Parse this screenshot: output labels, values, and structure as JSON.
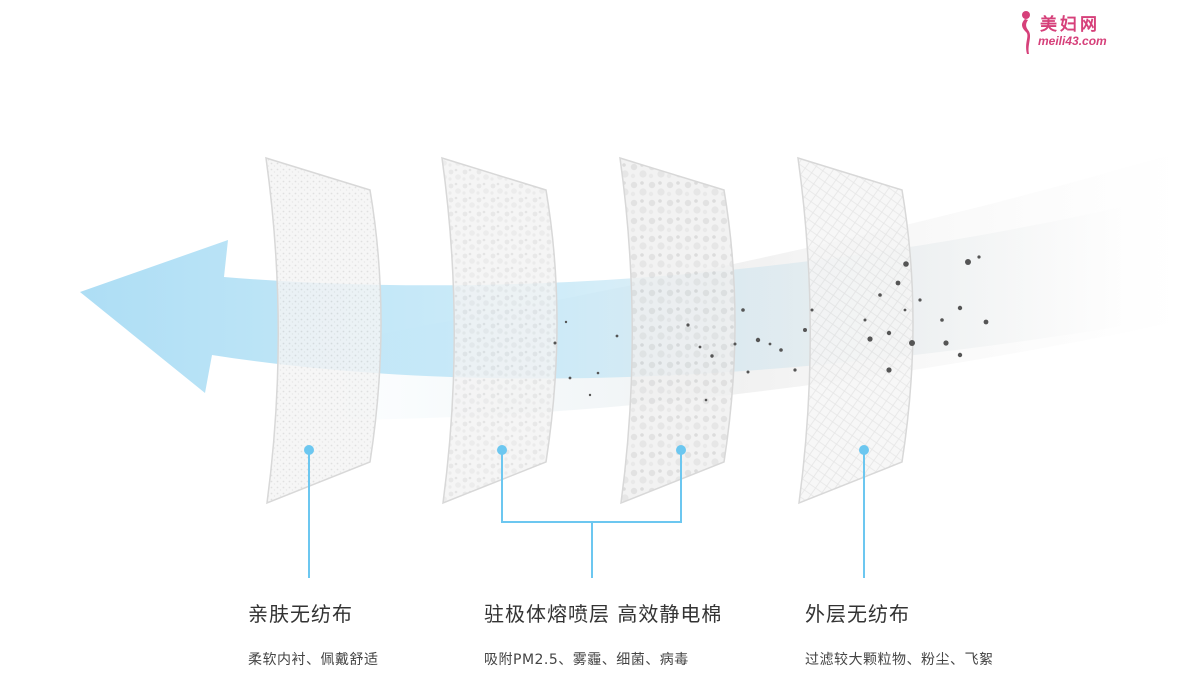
{
  "watermark": {
    "site_name": "美妇网",
    "site_url": "meili43.com"
  },
  "layers": [
    {
      "title": "亲肤无纺布",
      "description": "柔软内衬、佩戴舒适"
    },
    {
      "title": "驻极体熔喷层 高效静电棉",
      "description": "吸附PM2.5、雾霾、细菌、病毒"
    },
    {
      "title": "外层无纺布",
      "description": "过滤较大颗粒物、粉尘、飞絮"
    }
  ],
  "colors": {
    "airflow": "#8fd0ee",
    "connector": "#6cc7f0",
    "particle": "#555555",
    "layer_edge": "#d8d8d8"
  }
}
